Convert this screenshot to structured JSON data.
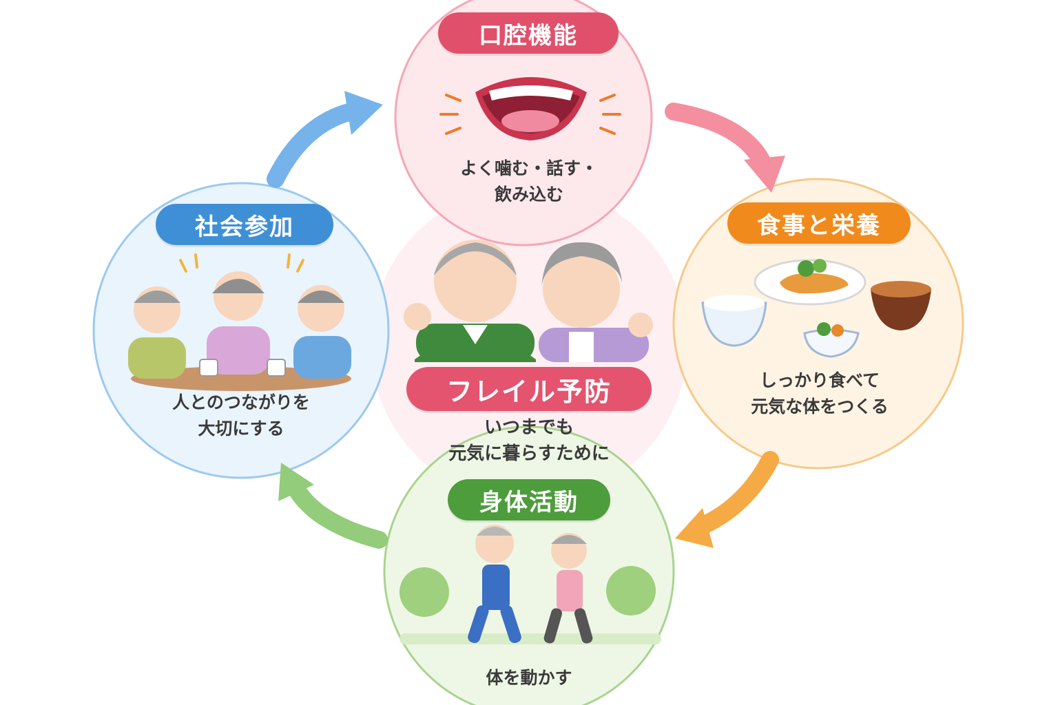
{
  "center": {
    "title": "フレイル予防",
    "lines": [
      "いつまでも",
      "元気に暮らすために"
    ]
  },
  "nodes": {
    "oral": {
      "title": "口腔機能",
      "lines": [
        "よく噛む・話す・",
        "飲み込む"
      ],
      "icon": "mouth-icon"
    },
    "food": {
      "title": "食事と栄養",
      "lines": [
        "しっかり食べて",
        "元気な体をつくる"
      ],
      "icon": "meal-icon"
    },
    "body": {
      "title": "身体活動",
      "lines": [
        "体を動かす"
      ],
      "icon": "walking-people-icon"
    },
    "social": {
      "title": "社会参加",
      "lines": [
        "人とのつながりを",
        "大切にする"
      ],
      "icon": "group-talk-icon"
    }
  },
  "colors": {
    "oral": "#e0506b",
    "food": "#f08a1c",
    "body": "#4e9d3c",
    "social": "#3f8fd6",
    "center": "#e4546f"
  }
}
